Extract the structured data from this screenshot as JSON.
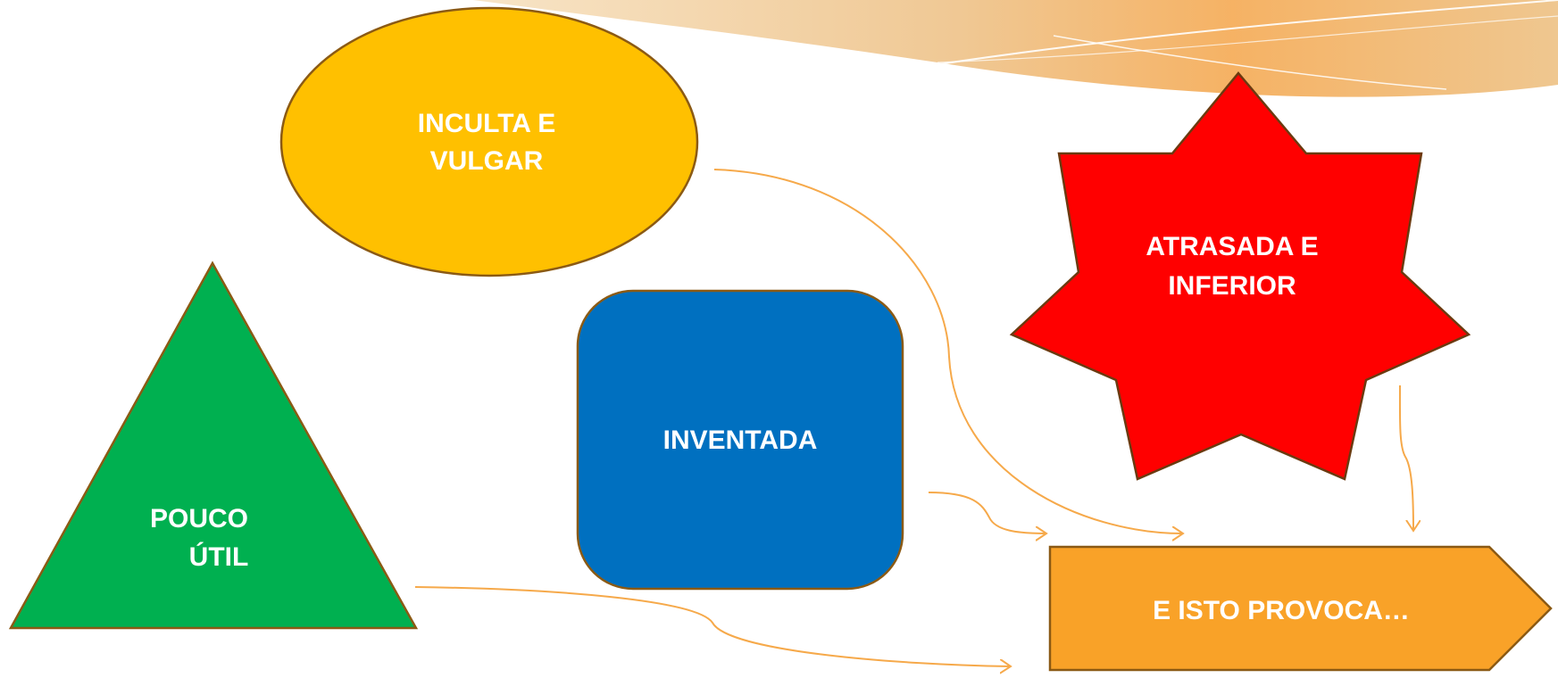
{
  "colors": {
    "ellipse": "#FFC000",
    "star": "#FF0000",
    "rounded_box": "#0070C0",
    "triangle": "#00B050",
    "pentagon_arrow": "#F9A228",
    "shape_outline": "#8B5A14",
    "connector": "#F6A94A",
    "banner_light": "#F7E3C4",
    "banner_mid": "#EFC58E",
    "banner_accent": "#F5AE5C"
  },
  "shapes": {
    "ellipse": {
      "line1": "INCULTA E",
      "line2": "VULGAR"
    },
    "star": {
      "line1": "ATRASADA E",
      "line2": "INFERIOR"
    },
    "rounded_box": {
      "label": "INVENTADA"
    },
    "triangle": {
      "line1": "POUCO",
      "line2": "ÚTIL"
    },
    "pentagon_arrow": {
      "label": "E ISTO PROVOCA…"
    }
  }
}
